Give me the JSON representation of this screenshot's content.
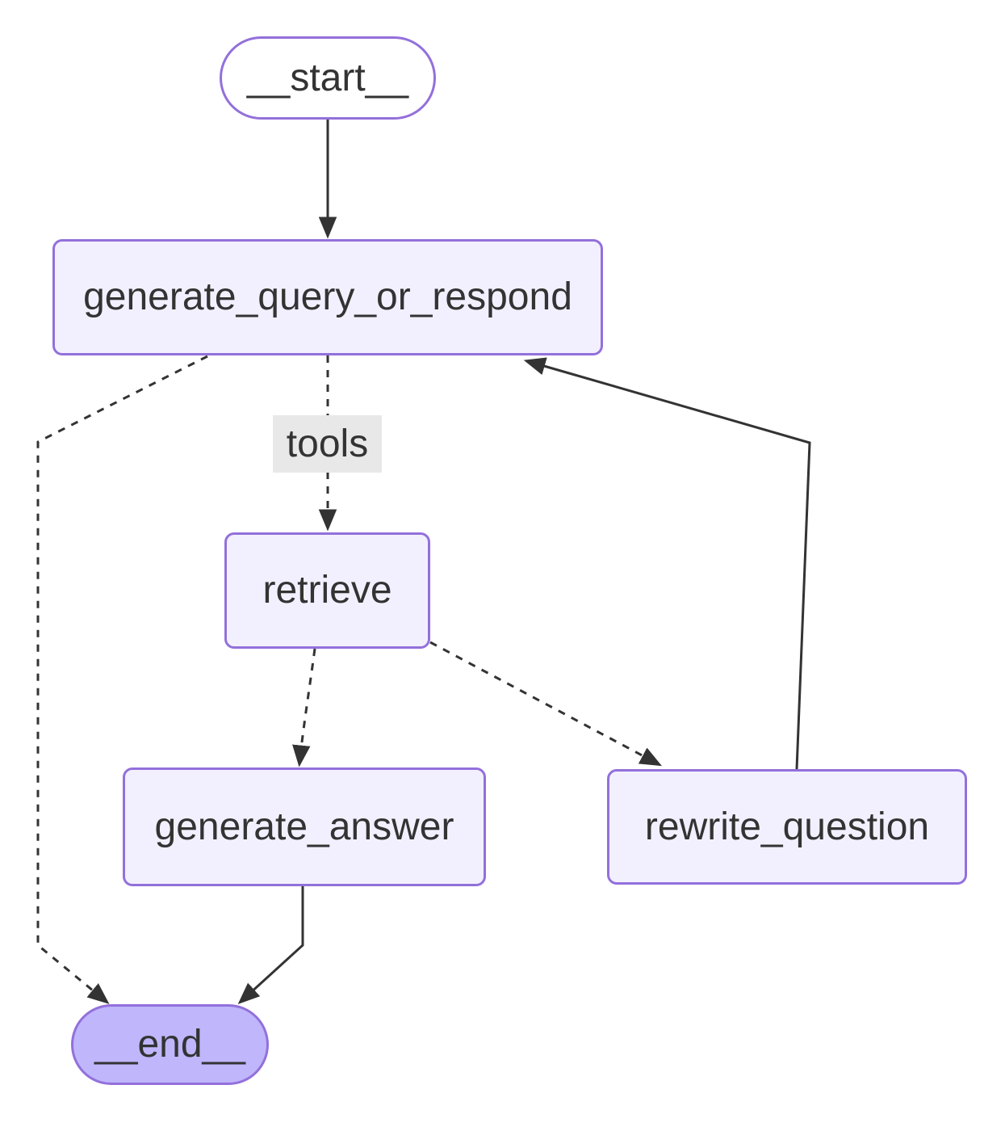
{
  "diagram": {
    "type": "flowchart",
    "direction": "top-down",
    "nodes": [
      {
        "id": "__start__",
        "label": "__start__",
        "shape": "stadium",
        "kind": "first"
      },
      {
        "id": "generate_query_or_respond",
        "label": "generate_query_or_respond",
        "shape": "rect",
        "kind": "default"
      },
      {
        "id": "retrieve",
        "label": "retrieve",
        "shape": "rect",
        "kind": "default"
      },
      {
        "id": "generate_answer",
        "label": "generate_answer",
        "shape": "rect",
        "kind": "default"
      },
      {
        "id": "rewrite_question",
        "label": "rewrite_question",
        "shape": "rect",
        "kind": "default"
      },
      {
        "id": "__end__",
        "label": "__end__",
        "shape": "stadium",
        "kind": "last"
      }
    ],
    "edges": [
      {
        "from": "__start__",
        "to": "generate_query_or_respond",
        "style": "solid",
        "label": ""
      },
      {
        "from": "generate_query_or_respond",
        "to": "retrieve",
        "style": "dashed",
        "label": "tools"
      },
      {
        "from": "generate_query_or_respond",
        "to": "__end__",
        "style": "dashed",
        "label": ""
      },
      {
        "from": "retrieve",
        "to": "generate_answer",
        "style": "dashed",
        "label": ""
      },
      {
        "from": "retrieve",
        "to": "rewrite_question",
        "style": "dashed",
        "label": ""
      },
      {
        "from": "rewrite_question",
        "to": "generate_query_or_respond",
        "style": "solid",
        "label": ""
      },
      {
        "from": "generate_answer",
        "to": "__end__",
        "style": "solid",
        "label": ""
      }
    ],
    "colors": {
      "background": "#ffffff",
      "node_fill": "#f2f0ff",
      "node_border": "#9370db",
      "end_fill": "#bfb6fc",
      "text": "#333333",
      "edge": "#333333",
      "edge_label_bg": "#e8e8e8"
    }
  }
}
